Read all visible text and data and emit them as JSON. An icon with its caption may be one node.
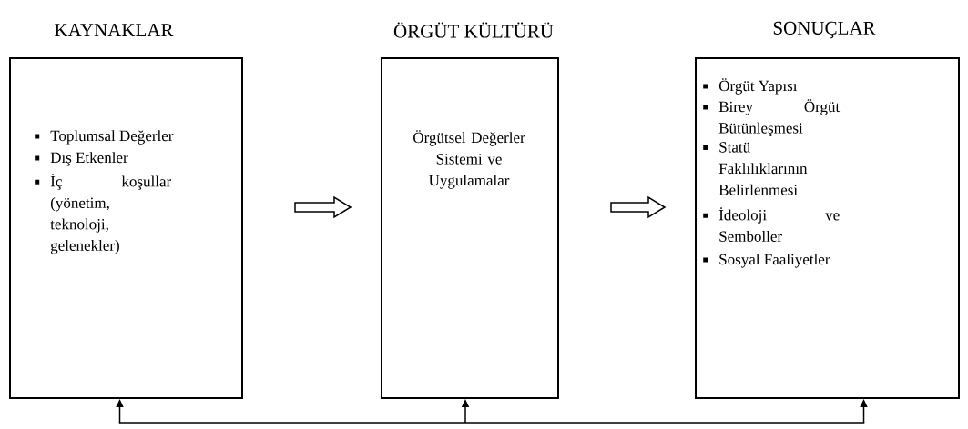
{
  "diagram": {
    "nodes": [
      {
        "text": [
          "KAYNAKLAR",
          "Toplumsal Değerler",
          "Dış Etkenler",
          "İç koşullar (yönetim, teknoloji, gelenekler)"
        ]
      },
      {
        "text": [
          "ÖRGÜT KÜLTÜRÜ",
          "Örgütsel Değerler Sistemi ve Uygulamalar"
        ]
      },
      {
        "text": [
          "SONUÇLAR",
          "Örgüt Yapısı",
          "Birey Örgüt Bütünleşmesi",
          "Statü Faklılıklarının Belirlenmesi",
          "İdeoloji ve Semboller",
          "Sosyal Faaliyetler"
        ]
      }
    ],
    "edges": [
      {
        "from": 0,
        "to": 1,
        "arrow": "to"
      },
      {
        "from": 1,
        "to": 2,
        "arrow": "to"
      },
      {
        "from": null,
        "to": 0,
        "arrow": "to"
      },
      {
        "from": null,
        "to": 1,
        "arrow": "to"
      },
      {
        "from": null,
        "to": 2,
        "arrow": "to"
      }
    ]
  }
}
